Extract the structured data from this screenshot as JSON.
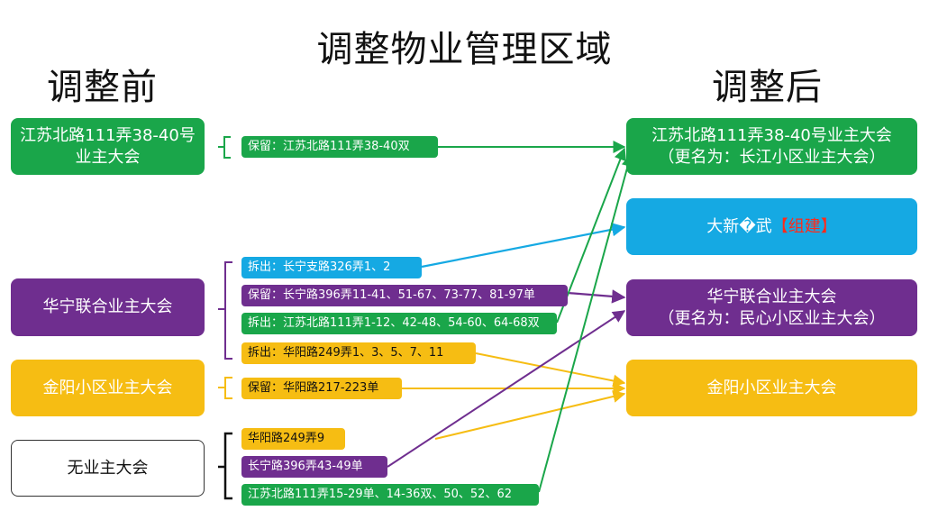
{
  "title": "调整物业管理区域",
  "before_title": "调整前",
  "after_title": "调整后",
  "before": {
    "jiangsu": "江苏北路111弄38-40号业主大会",
    "huaning": "华宁联合业主大会",
    "jinyang": "金阳小区业主大会",
    "none": "无业主大会"
  },
  "tags": {
    "t1": "保留：江苏北路111弄38-40双",
    "t2": "拆出：长宁支路326弄1、2",
    "t3": "保留：长宁路396弄11-41、51-67、73-77、81-97单",
    "t4": "拆出：江苏北路111弄1-12、42-48、54-60、64-68双",
    "t5": "拆出：华阳路249弄1、3、5、7、11",
    "t6": "保留：华阳路217-223单",
    "t7": "华阳路249弄9",
    "t8": "长宁路396弄43-49单",
    "t9": "江苏北路111弄15-29单、14-36双、50、52、62"
  },
  "after": {
    "jiangsu_line1": "江苏北路111弄38-40号业主大会",
    "jiangsu_line2": "（更名为：长江小区业主大会）",
    "daxin_name": "大新�武",
    "daxin_note": "【组建】",
    "huaning_line1": "华宁联合业主大会",
    "huaning_line2": "（更名为：民心小区业主大会）",
    "jinyang": "金阳小区业主大会"
  },
  "colors": {
    "green": "#1aa64a",
    "blue": "#15a9e3",
    "purple": "#6f2e8f",
    "yellow": "#f6bd13",
    "red": "#ff2a1a"
  }
}
